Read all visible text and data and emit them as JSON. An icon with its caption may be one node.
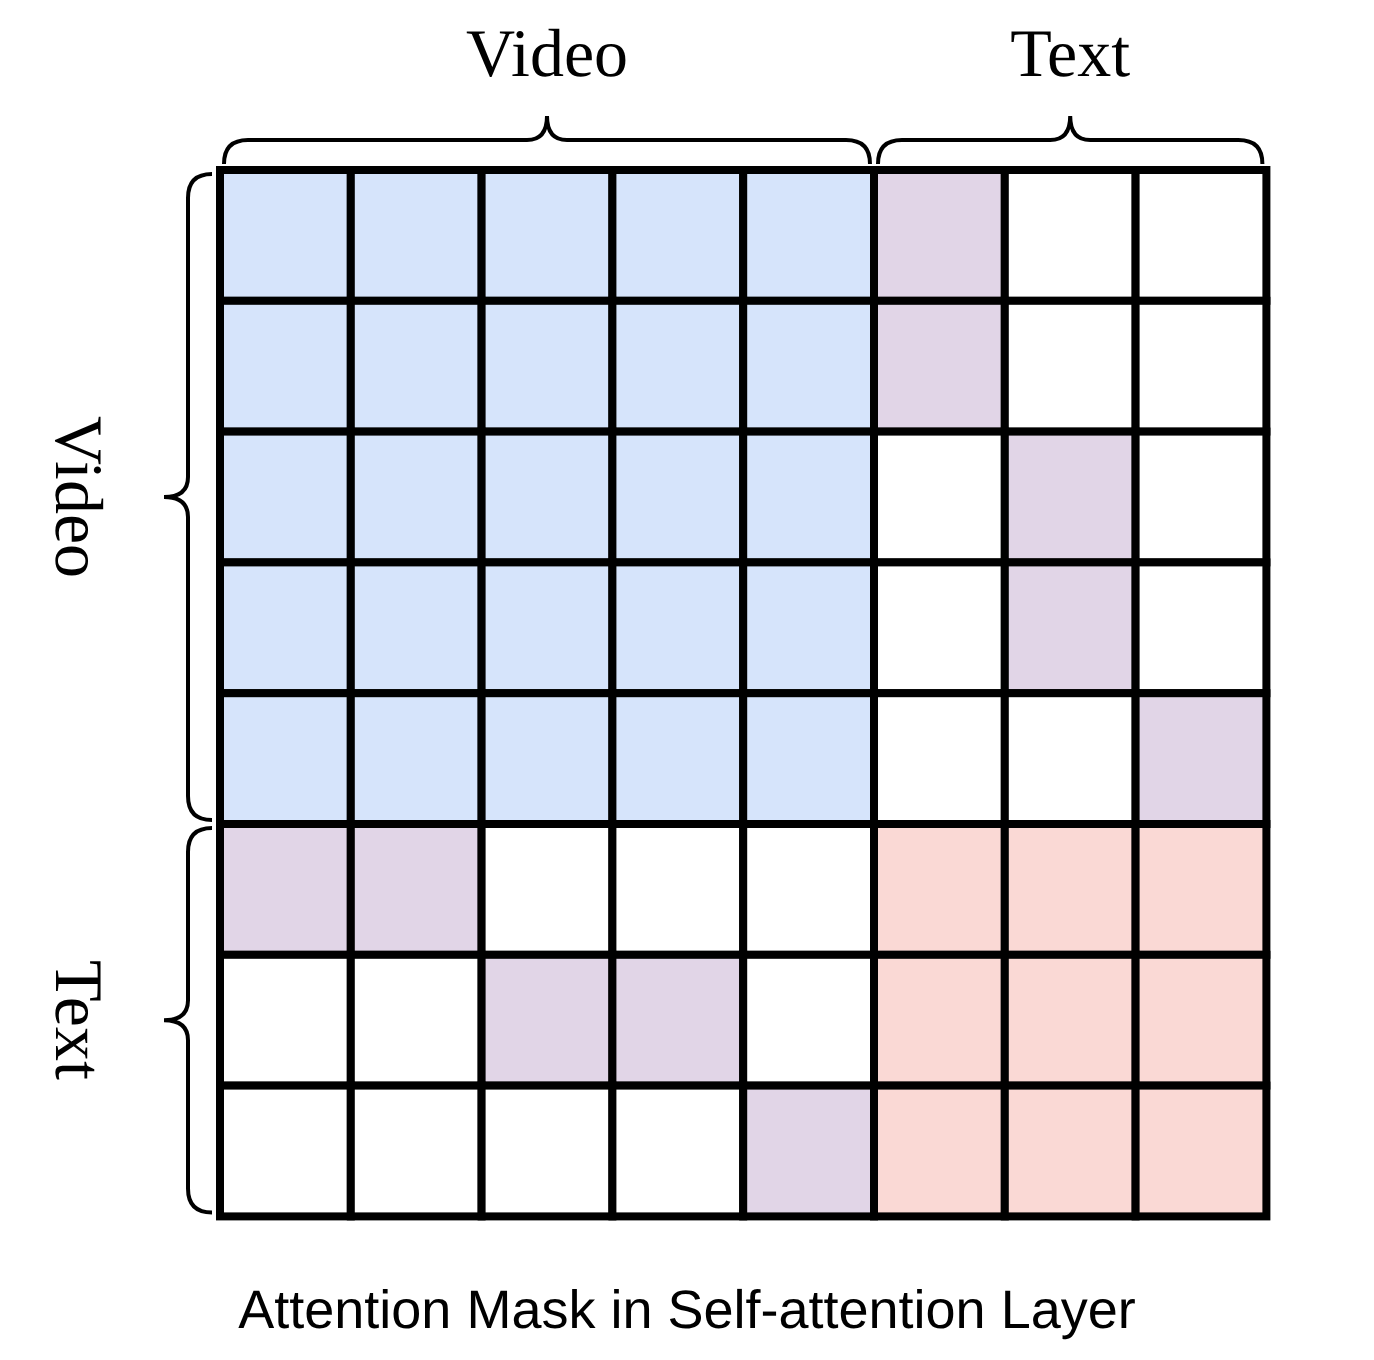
{
  "diagram": {
    "caption": "Attention Mask in Self-attention Layer",
    "labels": [
      "Video",
      "Text",
      "Video",
      "Text"
    ]
  }
}
